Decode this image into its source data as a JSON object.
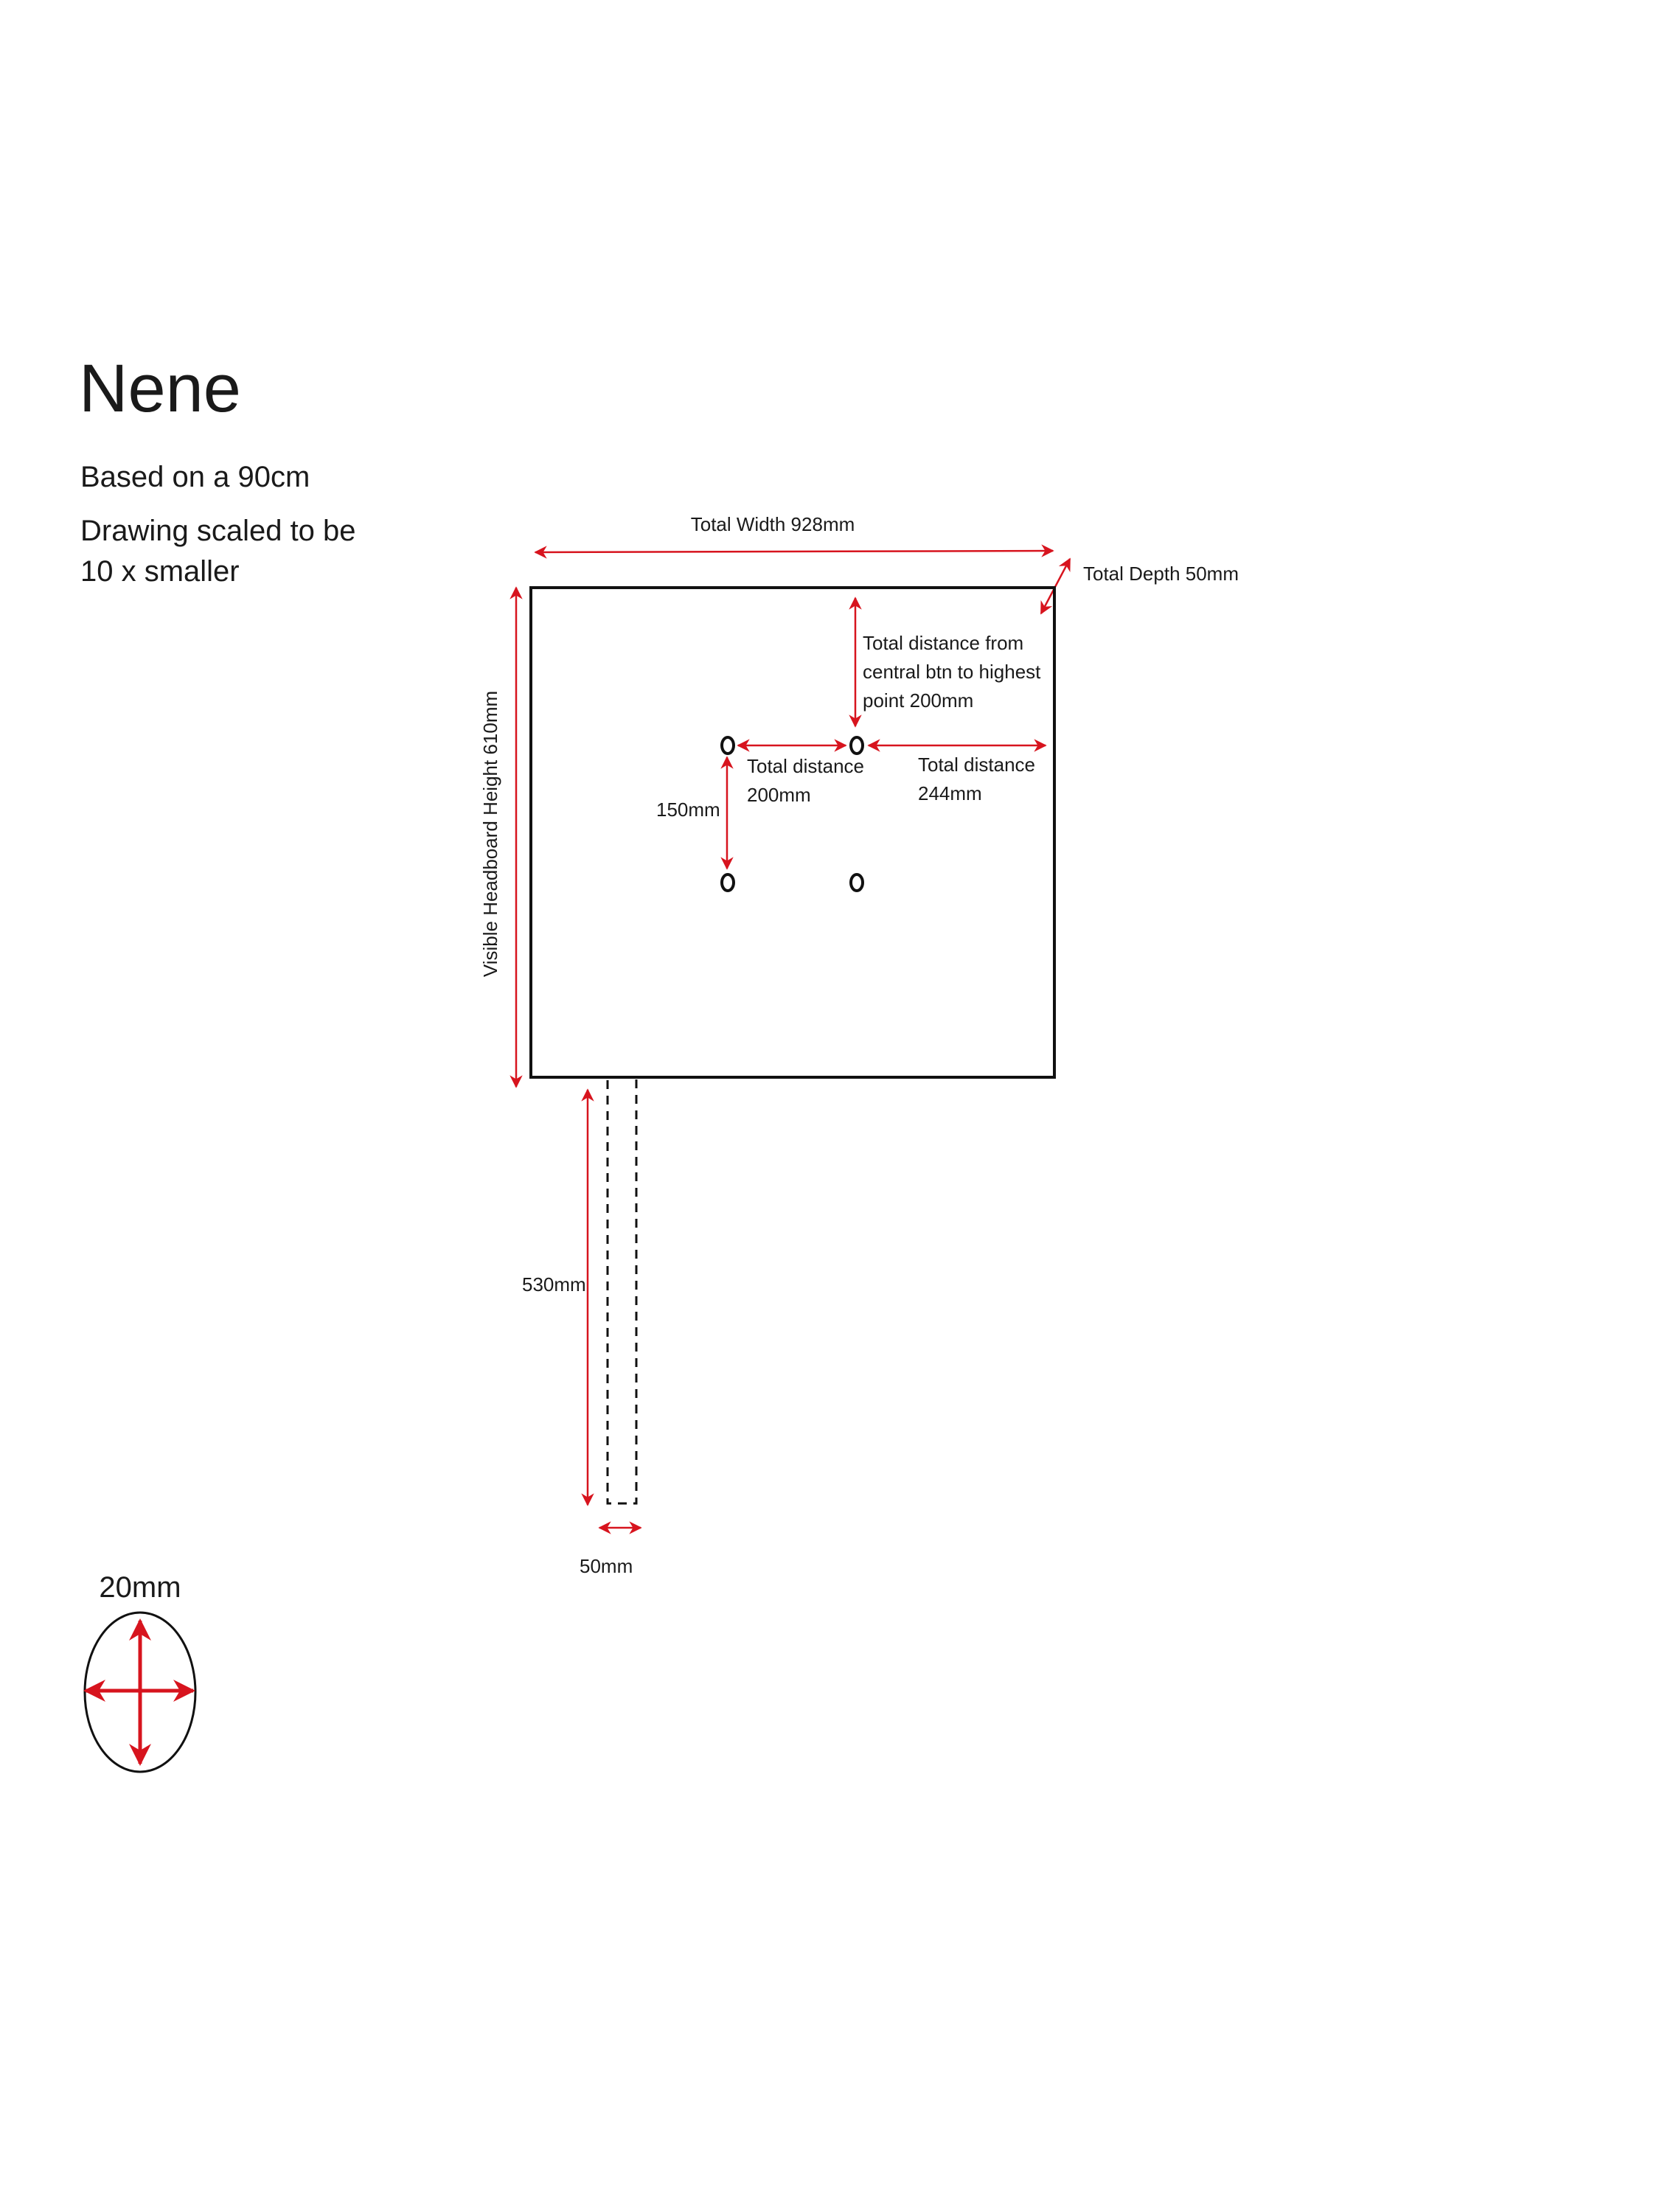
{
  "title": "Nene",
  "notes": [
    "Based on a 90cm",
    "Drawing scaled to be",
    "10 x smaller"
  ],
  "dimensions": {
    "total_width": "Total Width 928mm",
    "total_depth": "Total Depth 50mm",
    "visible_height": "Visible Headboard Height 610mm",
    "top_distance": [
      "Total distance from",
      "central btn to highest",
      "point 200mm"
    ],
    "button_spacing": [
      "Total distance",
      "200mm"
    ],
    "edge_distance": [
      "Total distance",
      "244mm"
    ],
    "vertical_spacing": "150mm",
    "leg_height": "530mm",
    "leg_width": "50mm"
  },
  "button_detail": {
    "size": "20mm"
  },
  "colors": {
    "dimension_line": "#d7141e",
    "outline": "#111111"
  }
}
